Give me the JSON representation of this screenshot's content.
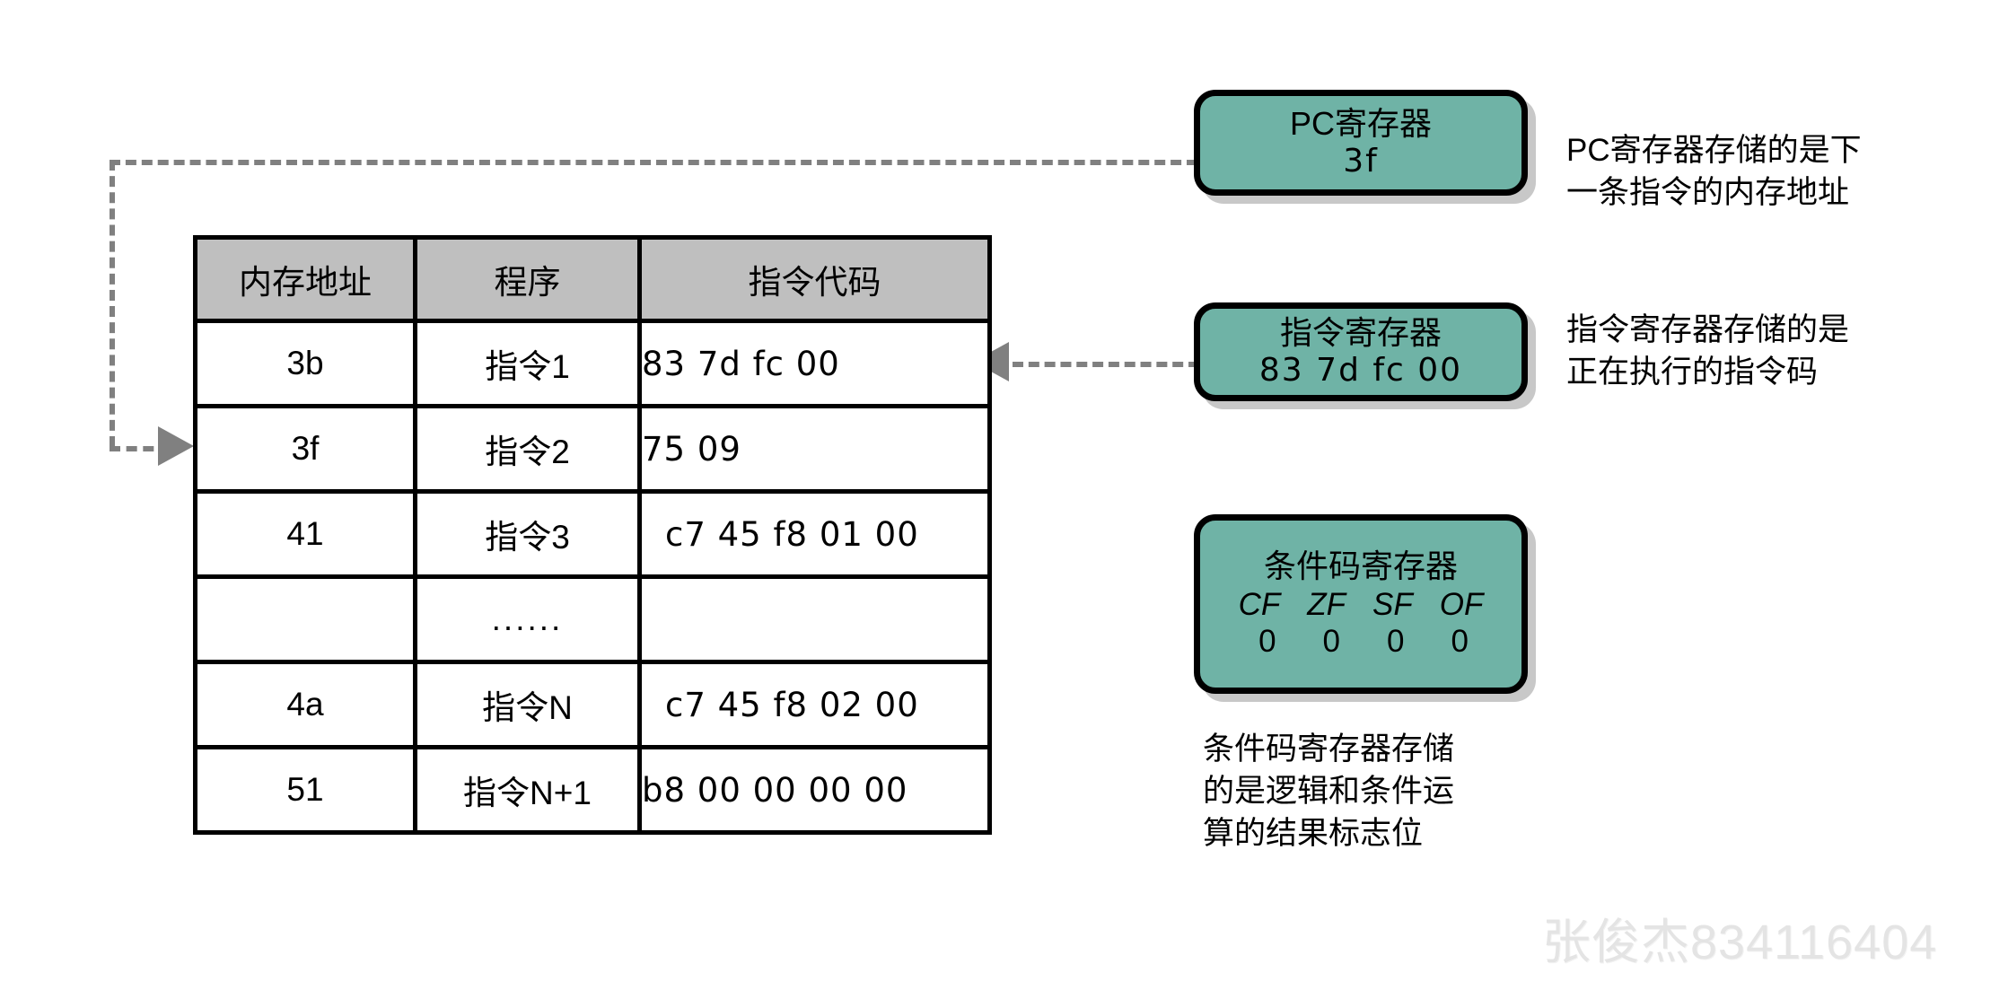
{
  "diagram": {
    "title": "CPU registers and memory instruction table"
  },
  "memory_table": {
    "headers": [
      "内存地址",
      "程序",
      "指令代码"
    ],
    "rows": [
      {
        "address": "3b",
        "program": "指令1",
        "code": "83  7d  fc  00"
      },
      {
        "address": "3f",
        "program": "指令2",
        "code": "75  09"
      },
      {
        "address": "41",
        "program": "指令3",
        "code": "c7  45  f8  01  00"
      },
      {
        "address": "",
        "program": "......",
        "code": ""
      },
      {
        "address": "4a",
        "program": "指令N",
        "code": "c7  45  f8  02  00"
      },
      {
        "address": "51",
        "program": "指令N+1",
        "code": "b8  00  00  00  00"
      }
    ]
  },
  "registers": {
    "pc": {
      "title": "PC寄存器",
      "value": "3f"
    },
    "ir": {
      "title": "指令寄存器",
      "value": "83  7d  fc  00"
    },
    "cc": {
      "title": "条件码寄存器",
      "flags": [
        "CF",
        "ZF",
        "SF",
        "OF"
      ],
      "flag_values": [
        "0",
        "0",
        "0",
        "0"
      ]
    }
  },
  "annotations": {
    "pc": "PC寄存器存储的是下\n一条指令的内存地址",
    "ir": "指令寄存器存储的是\n正在执行的指令码",
    "cc": "条件码寄存器存储\n的是逻辑和条件运\n算的结果标志位"
  },
  "watermark": {
    "text": "张俊杰834116404"
  },
  "colors": {
    "register_fill": "#6fb3a6",
    "table_header_fill": "#bfbfbf",
    "connector": "#808080",
    "shadow": "#c8c8c8",
    "watermark": "#e4e4e4"
  }
}
